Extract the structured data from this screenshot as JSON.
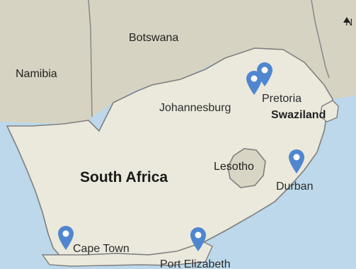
{
  "map": {
    "colors": {
      "water": "#bcd8ea",
      "land": "#ebe9dc",
      "neighbor_land": "#d7d3c2",
      "border": "#7f7f7f",
      "pin": "#4f86cf"
    },
    "countries": {
      "botswana": "Botswana",
      "namibia": "Namibia",
      "south_africa": "South Africa",
      "lesotho": "Lesotho",
      "swaziland": "Swaziland"
    },
    "cities": {
      "johannesburg": "Johannesburg",
      "pretoria": "Pretoria",
      "durban": "Durban",
      "cape_town": "Cape Town",
      "port_elizabeth": "Port Elizabeth"
    },
    "compass": {
      "north_label": "N",
      "icon": "north-arrow-icon"
    },
    "pin_icon": "map-pin-icon"
  }
}
